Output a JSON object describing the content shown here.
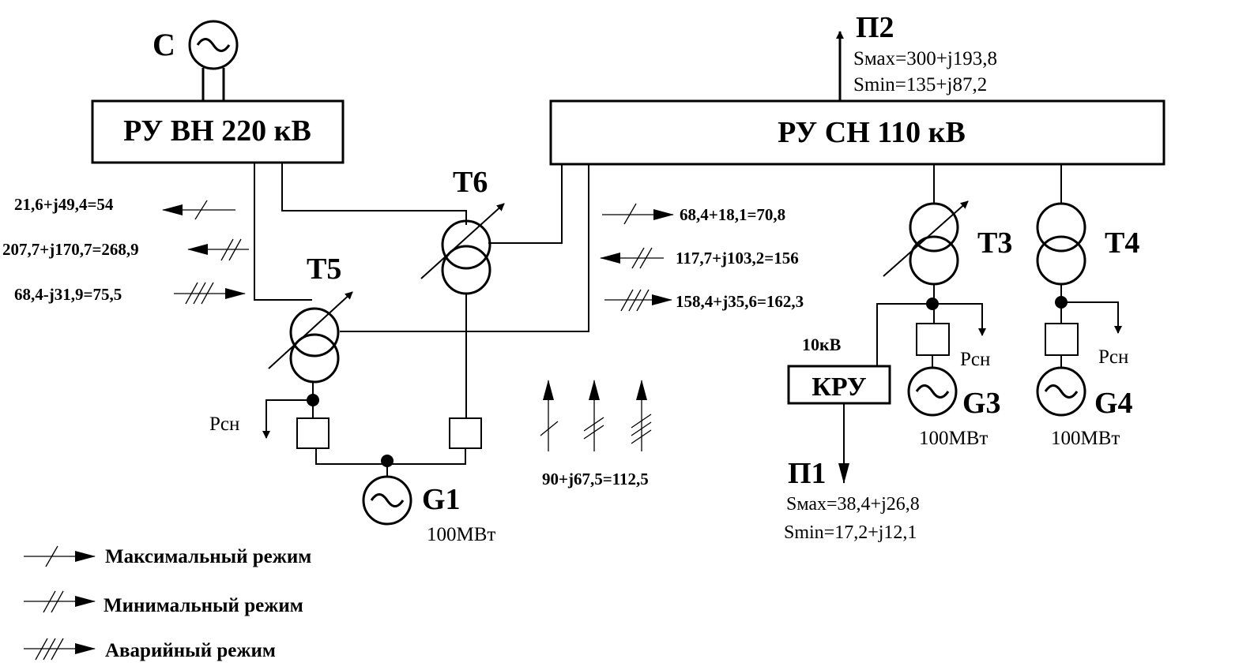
{
  "source": {
    "label": "С"
  },
  "bus_hv": {
    "label": "РУ ВН 220 кВ"
  },
  "bus_mv": {
    "label": "РУ СН 110 кВ"
  },
  "load_p2": {
    "label": "П2",
    "smax": "Sмах=300+j193,8",
    "smin": "Smin=135+j87,2"
  },
  "load_p1": {
    "label": "П1",
    "smax": "Sмах=38,4+j26,8",
    "smin": "Smin=17,2+j12,1"
  },
  "transformers": {
    "t3": "Т3",
    "t4": "Т4",
    "t5": "Т5",
    "t6": "Т6"
  },
  "generators": {
    "g1": {
      "label": "G1",
      "power": "100МВт"
    },
    "g3": {
      "label": "G3",
      "power": "100МВт"
    },
    "g4": {
      "label": "G4",
      "power": "100МВт"
    }
  },
  "kru": {
    "label": "КРУ",
    "voltage": "10кВ"
  },
  "own_needs": {
    "label": "Рсн"
  },
  "flows": {
    "hv_max": "21,6+j49,4=54",
    "hv_min": "207,7+j170,7=268,9",
    "hv_emerg": "68,4-j31,9=75,5",
    "mv_max": "68,4+18,1=70,8",
    "mv_min": "117,7+j103,2=156",
    "mv_emerg": "158,4+j35,6=162,3",
    "gen": "90+j67,5=112,5"
  },
  "legend": {
    "max": "Максимальный режим",
    "min": "Минимальный режим",
    "emerg": "Аварийный режим"
  }
}
